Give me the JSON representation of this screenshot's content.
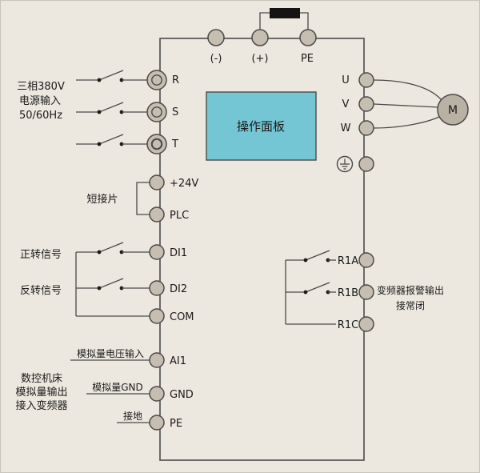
{
  "colors": {
    "background": "#ece8df",
    "box_fill": "#d9d1c3",
    "panel_fill": "#74c6d4",
    "terminal_fill": "#c6beb0",
    "motor_fill": "#b9b1a3",
    "line": "#4a4a4a",
    "text": "#1a1a1a",
    "resistor": "#141414"
  },
  "top_terminals": {
    "neg": "(-)",
    "pos": "(+)",
    "pe": "PE"
  },
  "left_terminals": {
    "r": "R",
    "s": "S",
    "t": "T",
    "v24": "+24V",
    "plc": "PLC",
    "di1": "DI1",
    "di2": "DI2",
    "com": "COM",
    "ai1": "AI1",
    "gnd": "GND",
    "pe": "PE"
  },
  "right_terminals": {
    "u": "U",
    "v": "V",
    "w": "W",
    "r1a": "R1A",
    "r1b": "R1B",
    "r1c": "R1C"
  },
  "panel": {
    "label": "操作面板"
  },
  "motor": {
    "label": "M"
  },
  "annotations": {
    "power_line1": "三相380V",
    "power_line2": "电源输入",
    "power_line3": "50/60Hz",
    "jumper": "短接片",
    "forward_signal": "正转信号",
    "reverse_signal": "反转信号",
    "analog_voltage_input": "模拟量电压输入",
    "cnc_line1": "数控机床",
    "cnc_line2": "模拟量输出",
    "cnc_line3": "接入变频器",
    "analog_gnd": "模拟量GND",
    "earth": "接地",
    "alarm_line1": "变频器报警输出",
    "alarm_line2": "接常闭"
  }
}
